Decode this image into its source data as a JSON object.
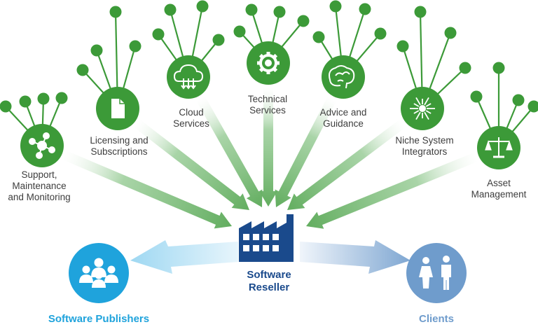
{
  "services": [
    {
      "label": "Support,\nMaintenance\nand Monitoring",
      "icon": "network-icon"
    },
    {
      "label": "Licensing and\nSubscriptions",
      "icon": "document-icon"
    },
    {
      "label": "Cloud\nServices",
      "icon": "cloud-icon"
    },
    {
      "label": "Technical\nServices",
      "icon": "gear-icon"
    },
    {
      "label": "Advice and\nGuidance",
      "icon": "brain-icon"
    },
    {
      "label": "Niche System\nIntegrators",
      "icon": "burst-icon"
    },
    {
      "label": "Asset\nManagement",
      "icon": "scales-icon"
    }
  ],
  "center": {
    "label": "Software\nReseller",
    "icon": "factory-icon"
  },
  "left": {
    "label": "Software Publishers",
    "icon": "audience-icon"
  },
  "right": {
    "label": "Clients",
    "icon": "people-icon"
  },
  "colors": {
    "green": "#3c9a38",
    "light_green": "#8cc68a",
    "navy": "#1a4a8c",
    "cyan": "#1fa3dc",
    "steel_blue": "#6f9ccc"
  }
}
